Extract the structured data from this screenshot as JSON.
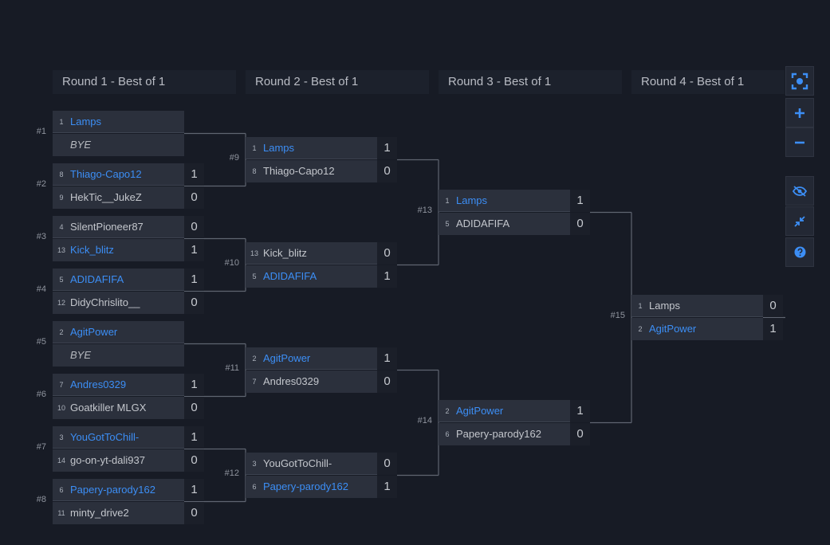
{
  "rounds": [
    {
      "label": "Round 1 - Best of 1"
    },
    {
      "label": "Round 2 - Best of 1"
    },
    {
      "label": "Round 3 - Best of 1"
    },
    {
      "label": "Round 4 - Best of 1"
    }
  ],
  "matches": [
    {
      "id": "#1",
      "round": 0,
      "players": [
        {
          "seed": "1",
          "name": "Lamps",
          "score": "",
          "win": true,
          "bye": false
        },
        {
          "seed": "",
          "name": "BYE",
          "score": "",
          "win": false,
          "bye": true
        }
      ]
    },
    {
      "id": "#2",
      "round": 0,
      "players": [
        {
          "seed": "8",
          "name": "Thiago-Capo12",
          "score": "1",
          "win": true,
          "bye": false
        },
        {
          "seed": "9",
          "name": "HekTic__JukeZ",
          "score": "0",
          "win": false,
          "bye": false
        }
      ]
    },
    {
      "id": "#3",
      "round": 0,
      "players": [
        {
          "seed": "4",
          "name": "SilentPioneer87",
          "score": "0",
          "win": false,
          "bye": false
        },
        {
          "seed": "13",
          "name": "Kick_blitz",
          "score": "1",
          "win": true,
          "bye": false
        }
      ]
    },
    {
      "id": "#4",
      "round": 0,
      "players": [
        {
          "seed": "5",
          "name": "ADIDAFIFA",
          "score": "1",
          "win": true,
          "bye": false
        },
        {
          "seed": "12",
          "name": "DidyChrislito__",
          "score": "0",
          "win": false,
          "bye": false
        }
      ]
    },
    {
      "id": "#5",
      "round": 0,
      "players": [
        {
          "seed": "2",
          "name": "AgitPower",
          "score": "",
          "win": true,
          "bye": false
        },
        {
          "seed": "",
          "name": "BYE",
          "score": "",
          "win": false,
          "bye": true
        }
      ]
    },
    {
      "id": "#6",
      "round": 0,
      "players": [
        {
          "seed": "7",
          "name": "Andres0329",
          "score": "1",
          "win": true,
          "bye": false
        },
        {
          "seed": "10",
          "name": "Goatkiller MLGX",
          "score": "0",
          "win": false,
          "bye": false
        }
      ]
    },
    {
      "id": "#7",
      "round": 0,
      "players": [
        {
          "seed": "3",
          "name": "YouGotToChill-",
          "score": "1",
          "win": true,
          "bye": false
        },
        {
          "seed": "14",
          "name": "go-on-yt-dali937",
          "score": "0",
          "win": false,
          "bye": false
        }
      ]
    },
    {
      "id": "#8",
      "round": 0,
      "players": [
        {
          "seed": "6",
          "name": "Papery-parody162",
          "score": "1",
          "win": true,
          "bye": false
        },
        {
          "seed": "11",
          "name": "minty_drive2",
          "score": "0",
          "win": false,
          "bye": false
        }
      ]
    },
    {
      "id": "#9",
      "round": 1,
      "players": [
        {
          "seed": "1",
          "name": "Lamps",
          "score": "1",
          "win": true,
          "bye": false
        },
        {
          "seed": "8",
          "name": "Thiago-Capo12",
          "score": "0",
          "win": false,
          "bye": false
        }
      ]
    },
    {
      "id": "#10",
      "round": 1,
      "players": [
        {
          "seed": "13",
          "name": "Kick_blitz",
          "score": "0",
          "win": false,
          "bye": false
        },
        {
          "seed": "5",
          "name": "ADIDAFIFA",
          "score": "1",
          "win": true,
          "bye": false
        }
      ]
    },
    {
      "id": "#11",
      "round": 1,
      "players": [
        {
          "seed": "2",
          "name": "AgitPower",
          "score": "1",
          "win": true,
          "bye": false
        },
        {
          "seed": "7",
          "name": "Andres0329",
          "score": "0",
          "win": false,
          "bye": false
        }
      ]
    },
    {
      "id": "#12",
      "round": 1,
      "players": [
        {
          "seed": "3",
          "name": "YouGotToChill-",
          "score": "0",
          "win": false,
          "bye": false
        },
        {
          "seed": "6",
          "name": "Papery-parody162",
          "score": "1",
          "win": true,
          "bye": false
        }
      ]
    },
    {
      "id": "#13",
      "round": 2,
      "players": [
        {
          "seed": "1",
          "name": "Lamps",
          "score": "1",
          "win": true,
          "bye": false
        },
        {
          "seed": "5",
          "name": "ADIDAFIFA",
          "score": "0",
          "win": false,
          "bye": false
        }
      ]
    },
    {
      "id": "#14",
      "round": 2,
      "players": [
        {
          "seed": "2",
          "name": "AgitPower",
          "score": "1",
          "win": true,
          "bye": false
        },
        {
          "seed": "6",
          "name": "Papery-parody162",
          "score": "0",
          "win": false,
          "bye": false
        }
      ]
    },
    {
      "id": "#15",
      "round": 3,
      "players": [
        {
          "seed": "1",
          "name": "Lamps",
          "score": "0",
          "win": false,
          "bye": false
        },
        {
          "seed": "2",
          "name": "AgitPower",
          "score": "1",
          "win": true,
          "bye": false
        }
      ]
    }
  ],
  "controls": [
    {
      "icon": "focus-icon",
      "name": "focus-button"
    },
    {
      "icon": "plus-icon",
      "name": "zoom-in-button"
    },
    {
      "icon": "minus-icon",
      "name": "zoom-out-button"
    },
    {
      "icon": "eye-off-icon",
      "name": "toggle-visibility-button"
    },
    {
      "icon": "compress-icon",
      "name": "compress-button"
    },
    {
      "icon": "help-icon",
      "name": "help-button"
    }
  ],
  "colors": {
    "background": "#171b25",
    "winner": "#3c8ef5",
    "slot": "#2b303c",
    "line": "#5f6571"
  }
}
